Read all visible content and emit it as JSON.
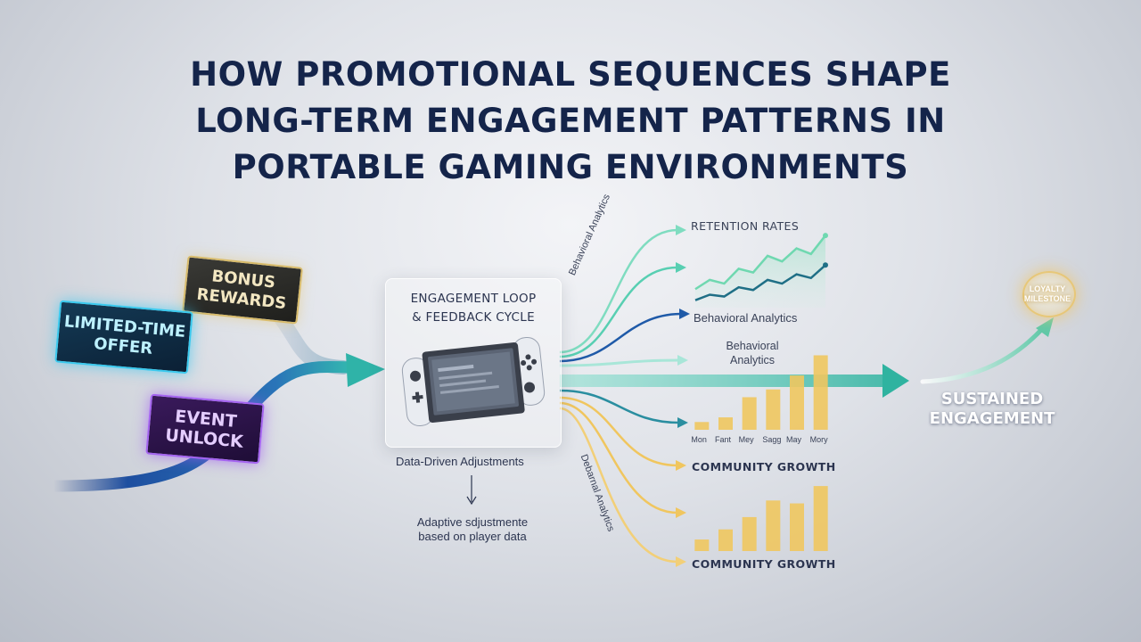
{
  "title": {
    "line1": "HOW PROMOTIONAL SEQUENCES SHAPE",
    "line2": "LONG-TERM ENGAGEMENT PATTERNS IN",
    "line3": "PORTABLE GAMING ENVIRONMENTS"
  },
  "tags": {
    "bonus": {
      "line1": "BONUS",
      "line2": "REWARDS",
      "color": "#d8bb6a"
    },
    "limited": {
      "line1": "LIMITED-TIME",
      "line2": "OFFER",
      "color": "#39c9ee"
    },
    "event": {
      "line1": "EVENT",
      "line2": "UNLOCK",
      "color": "#a463f0"
    }
  },
  "loop": {
    "line1": "ENGAGEMENT LOOP",
    "line2": "& FEEDBACK CYCLE",
    "device": "handheld-console-icon"
  },
  "data_driven": "Data-Driven Adjustments",
  "adaptive": {
    "line1": "Adaptive sdjustmente",
    "line2": "based on player data"
  },
  "outputs": {
    "retention": "RETENTION RATES",
    "behavioral_1": "Behavioral Analytics",
    "behavioral_2_line1": "Behavioral",
    "behavioral_2_line2": "Analytics",
    "community_1": "COMMUNITY GROWTH",
    "community_2": "COMMUNITY GROWTH",
    "rotated_1": "Behavioral Analytics",
    "rotated_2": "Debarnal Analytics"
  },
  "sustained": {
    "line1": "SUSTAINED",
    "line2": "ENGAGEMENT"
  },
  "milestone": {
    "line1": "LOYALTY",
    "line2": "MILESTONE"
  },
  "colors": {
    "teal": "#39c3b0",
    "blue": "#1e5aa8",
    "gold": "#f0c65f",
    "navy": "#14244a"
  },
  "chart_data": [
    {
      "type": "line",
      "title": "RETENTION RATES",
      "x": [
        1,
        2,
        3,
        4,
        5,
        6,
        7,
        8,
        9,
        10
      ],
      "series": [
        {
          "values": [
            2,
            3,
            2.6,
            4.2,
            3.8,
            5.6,
            5.0,
            6.4,
            5.8,
            7.8
          ]
        },
        {
          "values": [
            0.8,
            1.4,
            1.2,
            2.2,
            1.9,
            3.0,
            2.6,
            3.6,
            3.2,
            4.6
          ]
        }
      ],
      "ylim": [
        0,
        8
      ],
      "grid": false
    },
    {
      "type": "bar",
      "categories": [
        "Mon",
        "Fant",
        "Mey",
        "Sagg",
        "May",
        "Mory"
      ],
      "values": [
        1.0,
        1.6,
        4.2,
        5.2,
        7.0,
        9.6
      ],
      "ylim": [
        0,
        10
      ],
      "grid": false
    },
    {
      "type": "bar",
      "title": "COMMUNITY GROWTH",
      "categories": [
        "",
        "",
        "",
        "",
        "",
        ""
      ],
      "values": [
        1.6,
        3.0,
        4.7,
        7.0,
        6.6,
        9.0
      ],
      "ylim": [
        0,
        10
      ],
      "grid": false
    }
  ]
}
